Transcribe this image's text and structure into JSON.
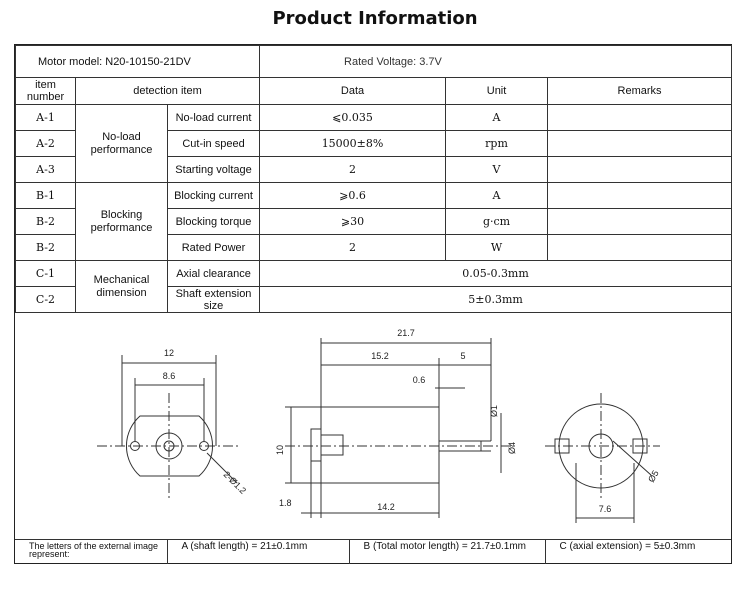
{
  "page_title": "Product Information",
  "header": {
    "motor_model": "Motor model: N20-10150-21DV",
    "rated_voltage": "Rated Voltage: 3.7V"
  },
  "columns": {
    "item_number": "item number",
    "detection_item": "detection item",
    "data": "Data",
    "unit": "Unit",
    "remarks": "Remarks"
  },
  "groups": {
    "no_load": "No-load performance",
    "blocking": "Blocking performance",
    "mechanical": "Mechanical dimension"
  },
  "rows": [
    {
      "code": "A-1",
      "item": "No-load current",
      "data": "⩽0.035",
      "unit": "A"
    },
    {
      "code": "A-2",
      "item": "Cut-in speed",
      "data": "15000±8%",
      "unit": "rpm"
    },
    {
      "code": "A-3",
      "item": "Starting voltage",
      "data": "2",
      "unit": "V"
    },
    {
      "code": "B-1",
      "item": "Blocking current",
      "data": "⩾0.6",
      "unit": "A"
    },
    {
      "code": "B-2",
      "item": "Blocking torque",
      "data": "⩾30",
      "unit": "g·cm"
    },
    {
      "code": "B-2",
      "item": "Rated Power",
      "data": "2",
      "unit": "W"
    },
    {
      "code": "C-1",
      "item": "Axial clearance",
      "data": "0.05-0.3mm",
      "unit": ""
    },
    {
      "code": "C-2",
      "item": "Shaft extension size",
      "data": "5±0.3mm",
      "unit": ""
    }
  ],
  "drawing": {
    "left_width": "12",
    "left_inner": "8.6",
    "left_holes": "2-Ø1.2",
    "side_total": "21.7",
    "side_body": "15.2",
    "side_shaft": "5",
    "side_gap": "0.6",
    "side_height": "10",
    "side_base": "1.8",
    "side_bottom": "14.2",
    "shaft_dia": "Ø1",
    "boss_dia": "Ø4",
    "right_dia": "Ø5",
    "right_width": "7.6"
  },
  "footer": {
    "note": "The letters of the external image represent:",
    "a": "A (shaft length) = 21±0.1mm",
    "b": "B (Total motor length) = 21.7±0.1mm",
    "c": "C (axial extension) = 5±0.3mm"
  }
}
